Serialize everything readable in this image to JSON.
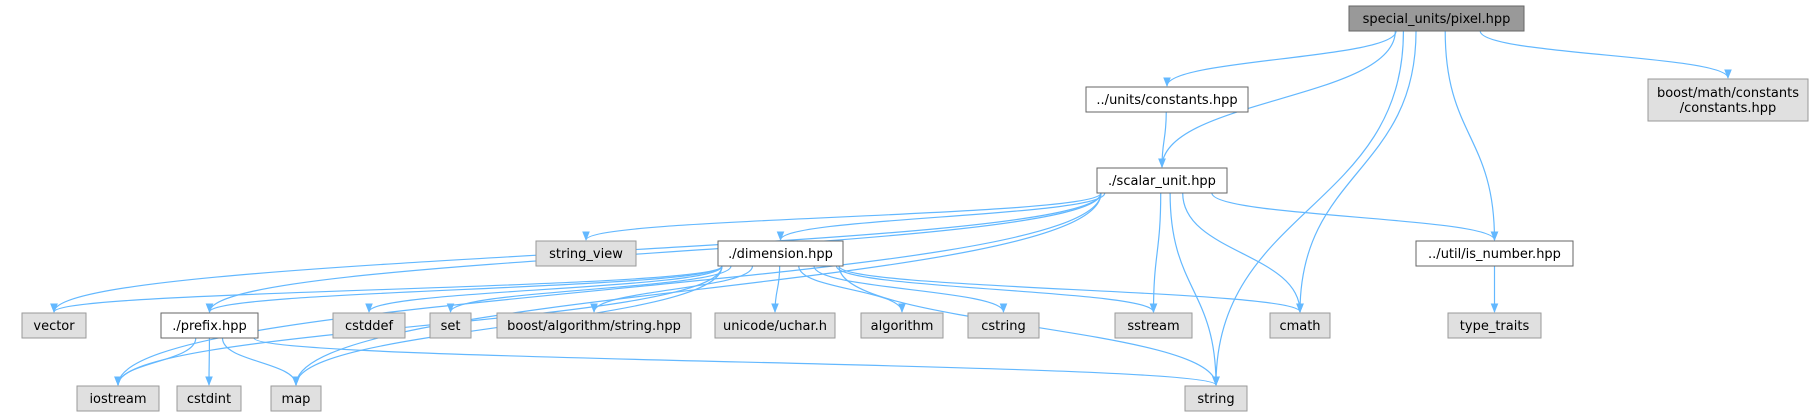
{
  "colors": {
    "root_fill": "#999999",
    "root_stroke": "#666666",
    "documented_fill": "#ffffff",
    "documented_stroke": "#666666",
    "external_fill": "#e0e0e0",
    "external_stroke": "#999999",
    "edge": "#63b8ff"
  },
  "nodes": [
    {
      "id": "pixel",
      "label": "special_units/pixel.hpp",
      "kind": "root"
    },
    {
      "id": "units_constants",
      "label": "../units/constants.hpp",
      "kind": "documented"
    },
    {
      "id": "boost_constants",
      "label": "boost/math/constants\n/constants.hpp",
      "kind": "external"
    },
    {
      "id": "scalar_unit",
      "label": "./scalar_unit.hpp",
      "kind": "documented"
    },
    {
      "id": "is_number",
      "label": "../util/is_number.hpp",
      "kind": "documented"
    },
    {
      "id": "string_view",
      "label": "string_view",
      "kind": "external"
    },
    {
      "id": "dimension",
      "label": "./dimension.hpp",
      "kind": "documented"
    },
    {
      "id": "type_traits",
      "label": "type_traits",
      "kind": "external"
    },
    {
      "id": "vector",
      "label": "vector",
      "kind": "external"
    },
    {
      "id": "prefix",
      "label": "./prefix.hpp",
      "kind": "documented"
    },
    {
      "id": "cstddef",
      "label": "cstddef",
      "kind": "external"
    },
    {
      "id": "set",
      "label": "set",
      "kind": "external"
    },
    {
      "id": "boost_string",
      "label": "boost/algorithm/string.hpp",
      "kind": "external"
    },
    {
      "id": "uchar",
      "label": "unicode/uchar.h",
      "kind": "external"
    },
    {
      "id": "algorithm",
      "label": "algorithm",
      "kind": "external"
    },
    {
      "id": "cstring",
      "label": "cstring",
      "kind": "external"
    },
    {
      "id": "sstream",
      "label": "sstream",
      "kind": "external"
    },
    {
      "id": "cmath",
      "label": "cmath",
      "kind": "external"
    },
    {
      "id": "iostream",
      "label": "iostream",
      "kind": "external"
    },
    {
      "id": "cstdint",
      "label": "cstdint",
      "kind": "external"
    },
    {
      "id": "map",
      "label": "map",
      "kind": "external"
    },
    {
      "id": "string",
      "label": "string",
      "kind": "external"
    }
  ],
  "edges": [
    {
      "from": "pixel",
      "to": "units_constants"
    },
    {
      "from": "pixel",
      "to": "scalar_unit"
    },
    {
      "from": "pixel",
      "to": "cmath"
    },
    {
      "from": "pixel",
      "to": "is_number"
    },
    {
      "from": "pixel",
      "to": "string"
    },
    {
      "from": "pixel",
      "to": "boost_constants"
    },
    {
      "from": "units_constants",
      "to": "scalar_unit"
    },
    {
      "from": "scalar_unit",
      "to": "iostream"
    },
    {
      "from": "scalar_unit",
      "to": "vector"
    },
    {
      "from": "scalar_unit",
      "to": "string_view"
    },
    {
      "from": "scalar_unit",
      "to": "prefix"
    },
    {
      "from": "scalar_unit",
      "to": "dimension"
    },
    {
      "from": "scalar_unit",
      "to": "sstream"
    },
    {
      "from": "scalar_unit",
      "to": "map"
    },
    {
      "from": "scalar_unit",
      "to": "cmath"
    },
    {
      "from": "scalar_unit",
      "to": "string"
    },
    {
      "from": "scalar_unit",
      "to": "is_number"
    },
    {
      "from": "is_number",
      "to": "type_traits"
    },
    {
      "from": "dimension",
      "to": "vector"
    },
    {
      "from": "dimension",
      "to": "iostream"
    },
    {
      "from": "dimension",
      "to": "map"
    },
    {
      "from": "dimension",
      "to": "prefix"
    },
    {
      "from": "dimension",
      "to": "cstddef"
    },
    {
      "from": "dimension",
      "to": "set"
    },
    {
      "from": "dimension",
      "to": "boost_string"
    },
    {
      "from": "dimension",
      "to": "uchar"
    },
    {
      "from": "dimension",
      "to": "algorithm"
    },
    {
      "from": "dimension",
      "to": "cstring"
    },
    {
      "from": "dimension",
      "to": "sstream"
    },
    {
      "from": "dimension",
      "to": "cmath"
    },
    {
      "from": "dimension",
      "to": "string"
    },
    {
      "from": "prefix",
      "to": "iostream"
    },
    {
      "from": "prefix",
      "to": "cstdint"
    },
    {
      "from": "prefix",
      "to": "map"
    },
    {
      "from": "prefix",
      "to": "string"
    }
  ]
}
